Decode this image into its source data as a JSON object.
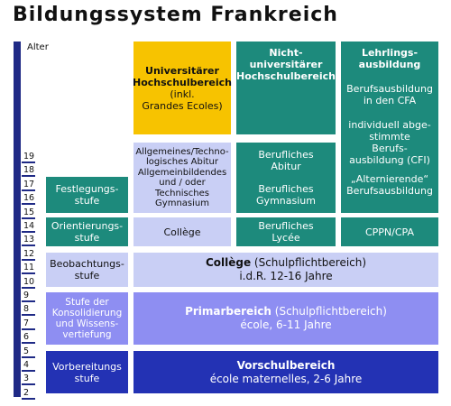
{
  "title": "Bildungssystem Frankreich",
  "axis": {
    "label": "Alter",
    "ticks": [
      "19",
      "18",
      "17",
      "16",
      "15",
      "14",
      "13",
      "12",
      "11",
      "10",
      "9",
      "8",
      "7",
      "6",
      "5",
      "4",
      "3",
      "2"
    ]
  },
  "colors": {
    "axis": "#1f2a86",
    "teal": "#1d8a7c",
    "yellow": "#f7c300",
    "lavender": "#c9cff5",
    "periwinkle": "#8e8ef2",
    "blue": "#2332b4"
  },
  "stages": {
    "festlegung": "Festlegungs-\nstufe",
    "orientierung": "Orientierungs-\nstufe",
    "beobachtung": "Beobachtungs-\nstufe",
    "konsolidierung": "Stufe der\nKonsolidierung\nund Wissens-\nvertiefung",
    "vorbereitung": "Vorbereitungs\nstufe"
  },
  "tertiary": {
    "universitaer": {
      "title": "Universitärer\nHochschulbereich",
      "sub": "(inkl.\nGrandes Ecoles)"
    },
    "nicht_universitaer": {
      "title": "Nicht-\nuniversitärer\nHochschulbereich"
    },
    "lehrling": {
      "title": "Lehrlings-\nausbildung",
      "lines": [
        "Berufsausbildung\nin den CFA",
        "individuell abge-\nstimmte\nBerufs-\nausbildung (CFI)",
        "„Alternierende“\nBerufsausbildung"
      ]
    }
  },
  "secondary_upper": {
    "allgemein": "Allgemeines/Techno-\nlogisches Abitur\nAllgemeinbildendes\nund / oder\nTechnisches\nGymnasium",
    "beruflich_abitur": "Berufliches\nAbitur",
    "beruflich_gymnasium": "Berufliches\nGymnasium"
  },
  "secondary_lower": {
    "college": "Collège",
    "lycee": "Berufliches\nLycée",
    "cppn": "CPPN/CPA"
  },
  "college_main": {
    "title": "Collège",
    "suffix": " (Schulpflichtbereich)",
    "sub": "i.d.R. 12-16 Jahre"
  },
  "primar": {
    "title": "Primarbereich",
    "suffix": " (Schulpflichtbereich)",
    "sub": "école, 6-11 Jahre"
  },
  "vorschul": {
    "title": "Vorschulbereich",
    "sub": "école maternelles, 2-6 Jahre"
  }
}
